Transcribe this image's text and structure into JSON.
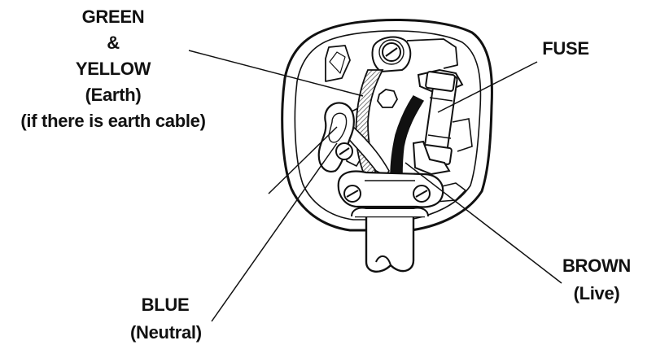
{
  "labels": {
    "earth": {
      "lines": [
        "GREEN",
        "&",
        "YELLOW",
        "(Earth)",
        "(if there is earth cable)"
      ]
    },
    "fuse": {
      "lines": [
        "FUSE"
      ]
    },
    "neutral": {
      "lines": [
        "BLUE",
        "(Neutral)"
      ]
    },
    "live": {
      "lines": [
        "BROWN",
        "(Live)"
      ]
    }
  },
  "colors": {
    "ink": "#111111",
    "earth_wire_hatch": "#888888",
    "live_wire": "#111111",
    "background": "#ffffff"
  }
}
